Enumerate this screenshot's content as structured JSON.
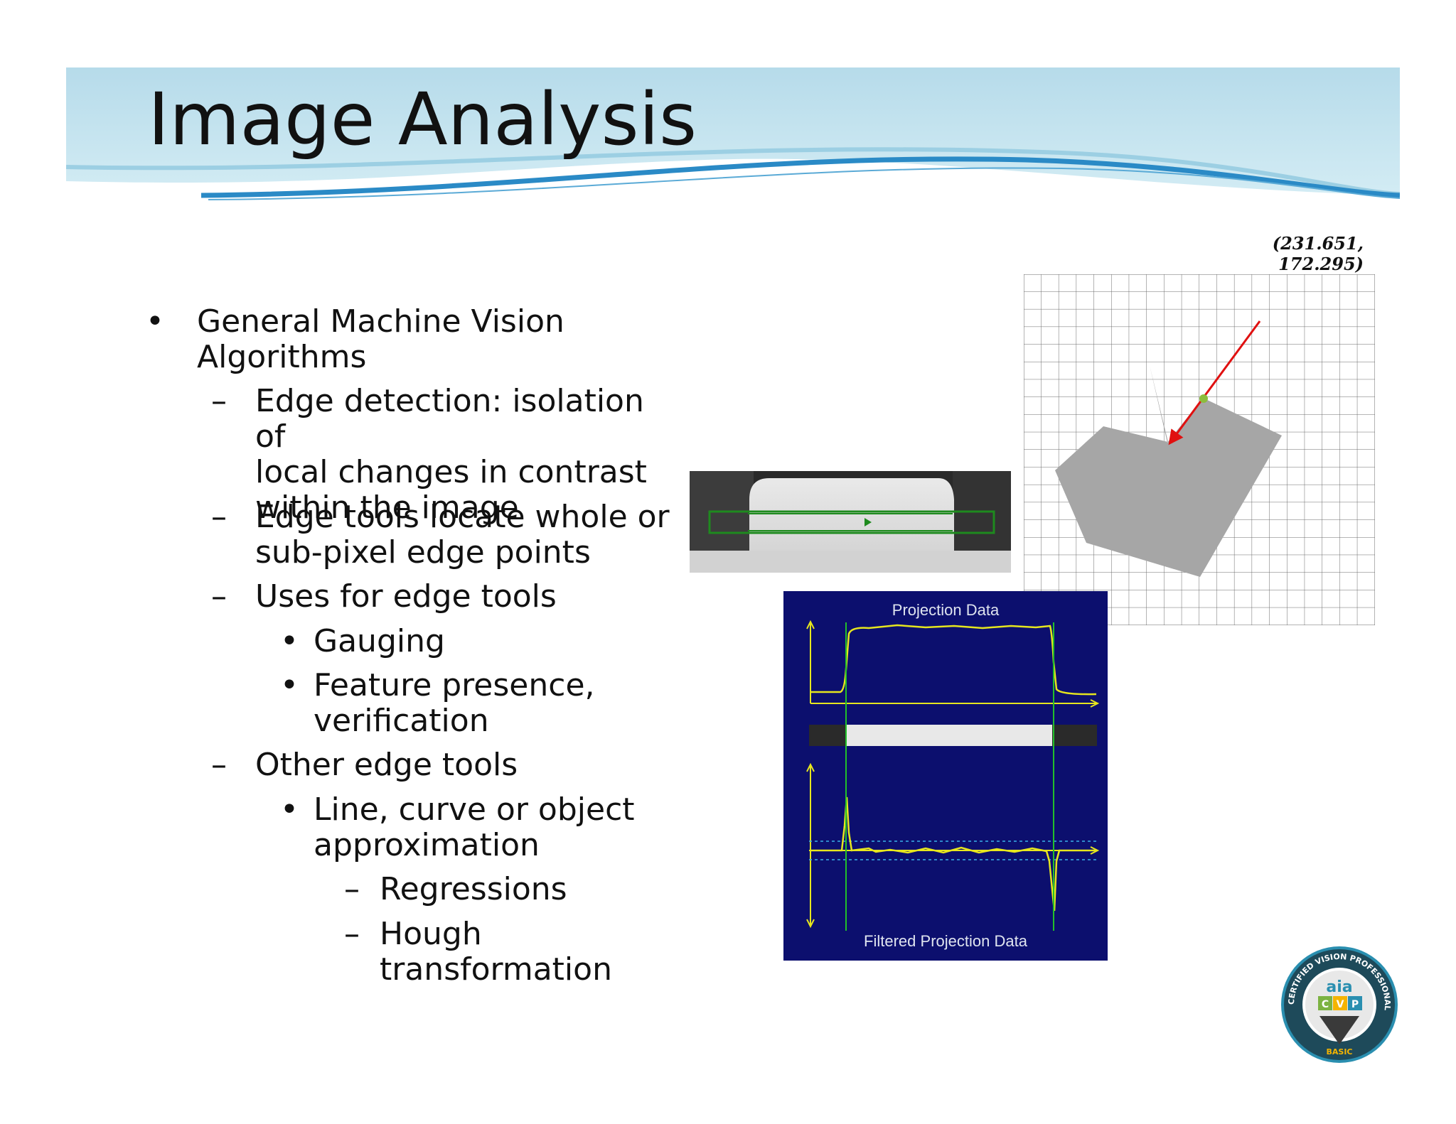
{
  "slide": {
    "title": "Image Analysis"
  },
  "bullets": {
    "l1": "General Machine Vision\nAlgorithms",
    "l2a": "Edge detection: isolation of\nlocal changes in contrast\nwithin the image",
    "l2b": "Edge tools locate whole or\nsub-pixel edge points",
    "l2c": "Uses for edge tools",
    "l3a": "Gauging",
    "l3b": "Feature presence,\nverification",
    "l2d": "Other edge tools",
    "l3c": "Line, curve or object\napproximation",
    "l4a": "Regressions",
    "l4b": "Hough\ntransformation",
    "markers": {
      "bullet": "•",
      "dash": "–"
    }
  },
  "figures": {
    "coordinates": "(231.651, 172.295)",
    "projection_title": "Projection Data",
    "filtered_title": "Filtered Projection Data"
  },
  "badge": {
    "ring_text": "CERTIFIED VISION PROFESSIONAL",
    "brand": "aia",
    "letters": [
      "C",
      "V",
      "P"
    ],
    "level": "BASIC"
  },
  "colors": {
    "header_blue": "#b9dcea",
    "wave_blue": "#2a8ac6",
    "panel_navy": "#0c0f6e",
    "trace_yellow": "#e6e61e",
    "edge_green": "#22c02a",
    "tool_green": "#1e8a1e",
    "arrow_red": "#e01010",
    "shape_gray": "#a6a6a6"
  }
}
